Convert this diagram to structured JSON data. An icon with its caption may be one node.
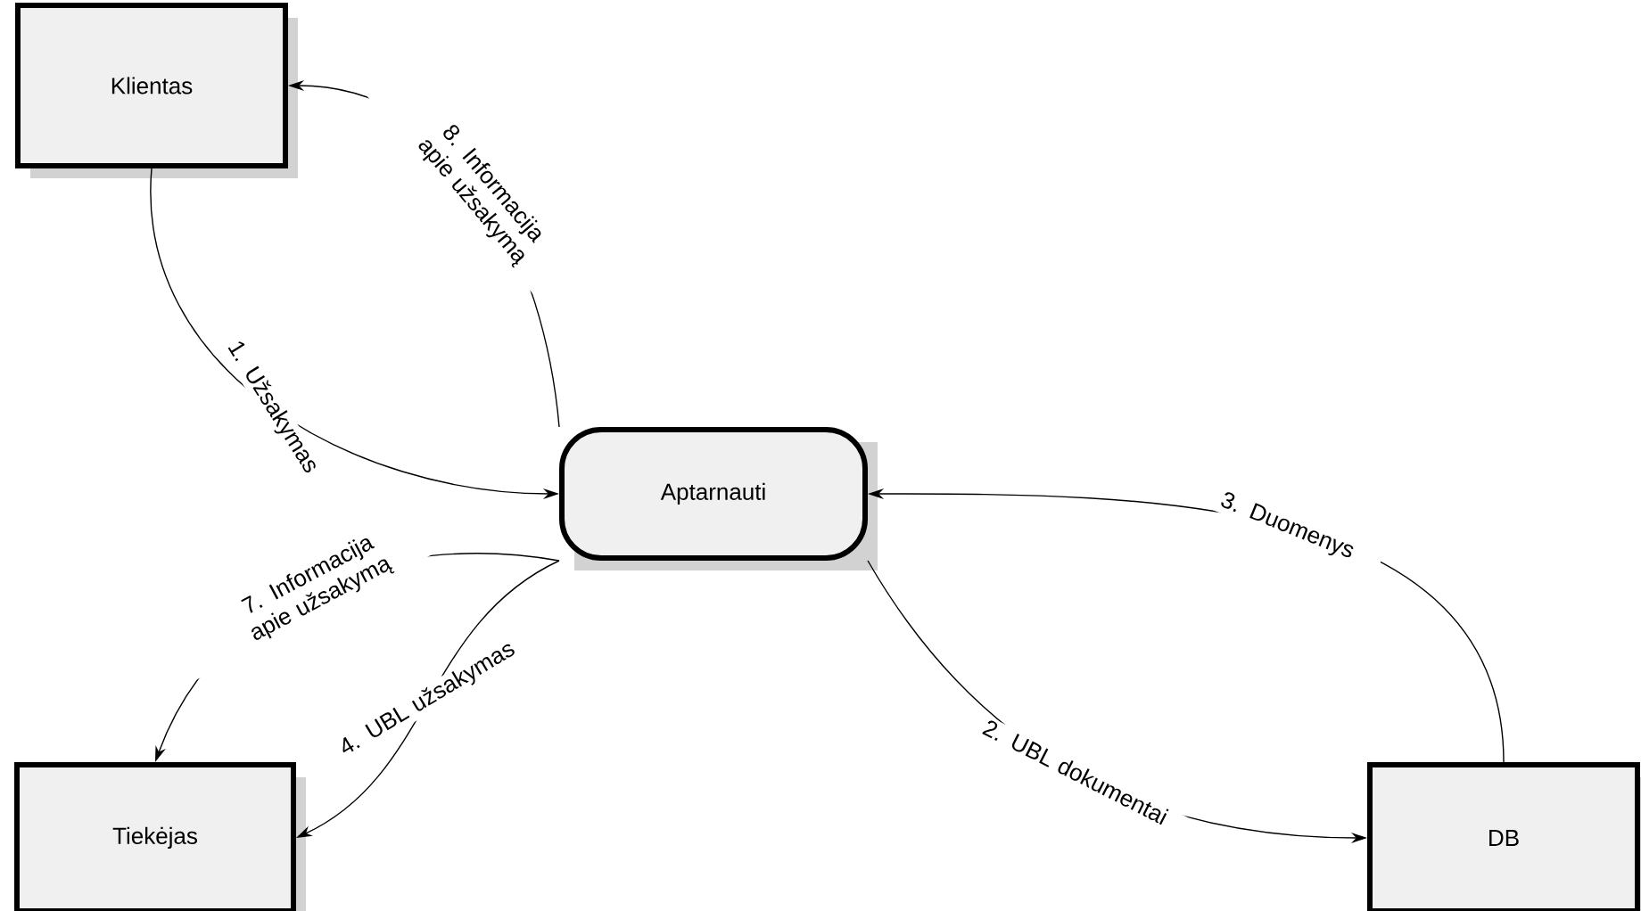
{
  "diagram": {
    "nodes": [
      {
        "text": [
          "Klientas"
        ]
      },
      {
        "text": [
          "Aptarnauti"
        ]
      },
      {
        "text": [
          "Tiekėjas"
        ]
      },
      {
        "text": [
          "DB"
        ]
      }
    ],
    "edges": [
      {
        "from": 0,
        "to": 1,
        "arrow": "to",
        "label": "1. Užsakymas"
      },
      {
        "from": 1,
        "to": 3,
        "arrow": "to",
        "label": "2. UBL dokumentai"
      },
      {
        "from": 3,
        "to": 1,
        "arrow": "to",
        "label": "3. Duomenys"
      },
      {
        "from": 1,
        "to": 2,
        "arrow": "to",
        "label": "4. UBL užsakymas"
      },
      {
        "from": 1,
        "to": 2,
        "arrow": "to",
        "label": "7. Informacija apie užsakymą"
      },
      {
        "from": 1,
        "to": 0,
        "arrow": "to",
        "label": "8. Informacija apie užsakymą"
      }
    ]
  }
}
